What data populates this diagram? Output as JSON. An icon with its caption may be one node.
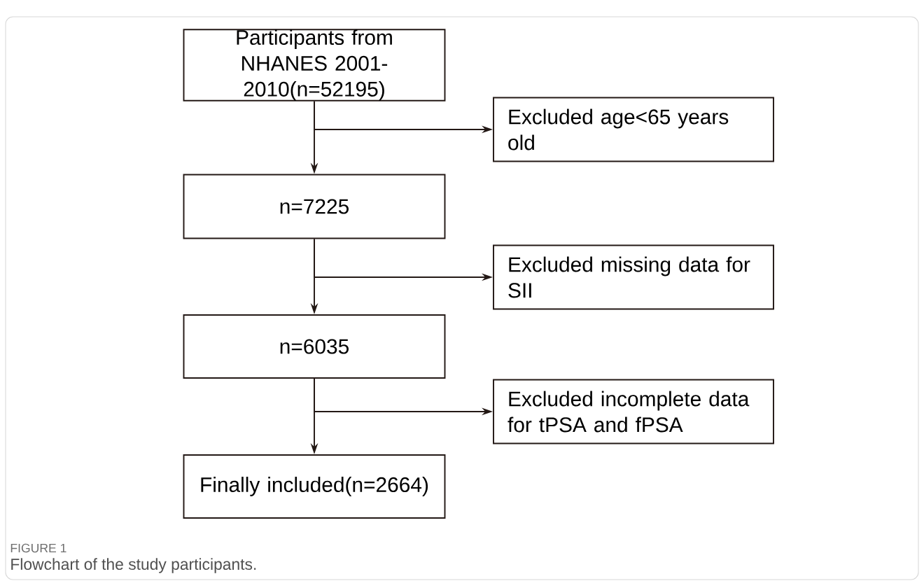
{
  "diagram": {
    "caption": "Flowchart of the study participants.",
    "nodes": [
      {
        "text": [
          "Participants from NHANES 2001-2010(n=52195)"
        ]
      },
      {
        "text": [
          "Excluded age<65 years old"
        ]
      },
      {
        "text": [
          "n=7225"
        ]
      },
      {
        "text": [
          "Excluded missing data for SII"
        ]
      },
      {
        "text": [
          "n=6035"
        ]
      },
      {
        "text": [
          "Excluded incomplete data for tPSA and fPSA"
        ]
      },
      {
        "text": [
          "Finally included(n=2664)"
        ]
      }
    ],
    "edges": [
      {
        "from": 0,
        "to": 2,
        "arrow": "to"
      },
      {
        "from": 0,
        "to": 1,
        "arrow": "to"
      },
      {
        "from": 2,
        "to": 4,
        "arrow": "to"
      },
      {
        "from": 2,
        "to": 3,
        "arrow": "to"
      },
      {
        "from": 4,
        "to": 6,
        "arrow": "to"
      },
      {
        "from": 4,
        "to": 5,
        "arrow": "to"
      }
    ],
    "labels": [
      "FIGURE 1"
    ]
  }
}
